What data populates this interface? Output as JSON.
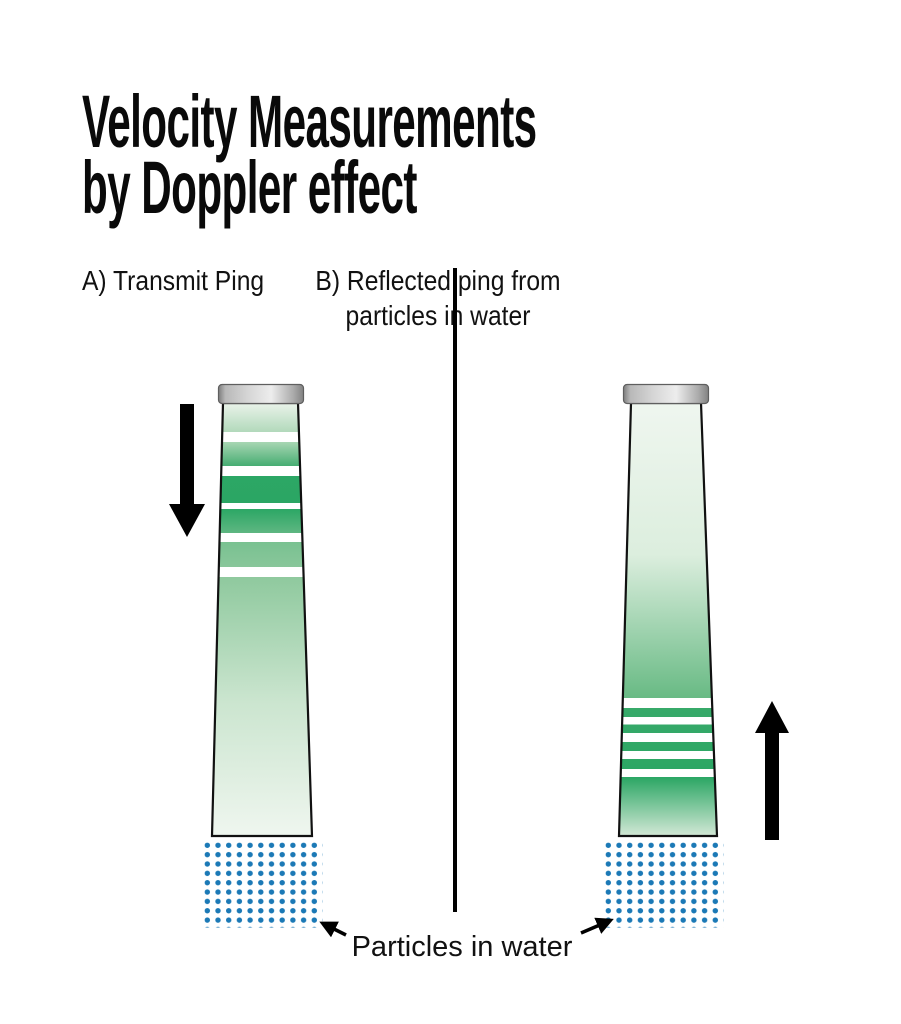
{
  "title": {
    "line1": "Velocity Measurements",
    "line2": "by Doppler effect"
  },
  "panels": {
    "a": {
      "label": "A) Transmit Ping"
    },
    "b": {
      "label_line1": "B) Reflected ping from",
      "label_line2": "particles in water"
    }
  },
  "annotation": {
    "particles_label": "Particles in water"
  },
  "particle_grid": {
    "columns": 11,
    "rows": 9
  },
  "colors": {
    "beam_green_dark": "#2ba664",
    "beam_green_mid": "#68ba84",
    "beam_green_light": "#b2d9bb",
    "beam_green_pale": "#eff6ef",
    "particle_blue": "#1b79b6",
    "arrow_black": "#000000",
    "outline": "#111111",
    "transducer_light": "#ededed",
    "transducer_dark": "#7d7d7d"
  }
}
